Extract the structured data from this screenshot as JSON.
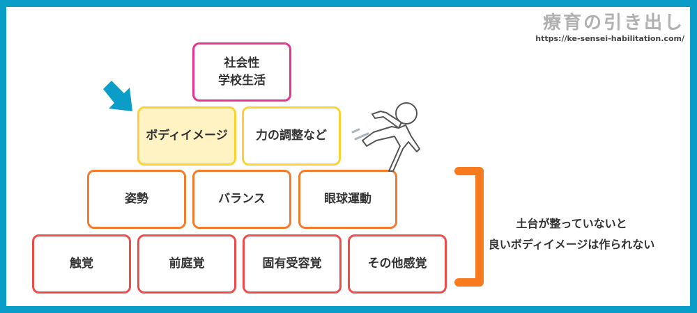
{
  "logo": {
    "title": "療育の引き出し",
    "url": "https://ke-sensei-habilitation.com/"
  },
  "pyramid": {
    "top": [
      "社会性\n学校生活"
    ],
    "row2": [
      "ボディイメージ",
      "力の調整など"
    ],
    "row3": [
      "姿勢",
      "バランス",
      "眼球運動"
    ],
    "row4": [
      "触覚",
      "前庭覚",
      "固有受容覚",
      "その他感覚"
    ]
  },
  "note": {
    "line1": "土台が整っていないと",
    "line2": "良いボディイメージは作られない"
  },
  "colors": {
    "frame": "#0a9dc8",
    "top": "#e8348c",
    "row2": "#fcd232",
    "highlight": "#fff3c4",
    "row3": "#f47a2c",
    "row4": "#ef4b4b",
    "bracket": "#f77a1f",
    "arrow": "#0a9dc8"
  }
}
